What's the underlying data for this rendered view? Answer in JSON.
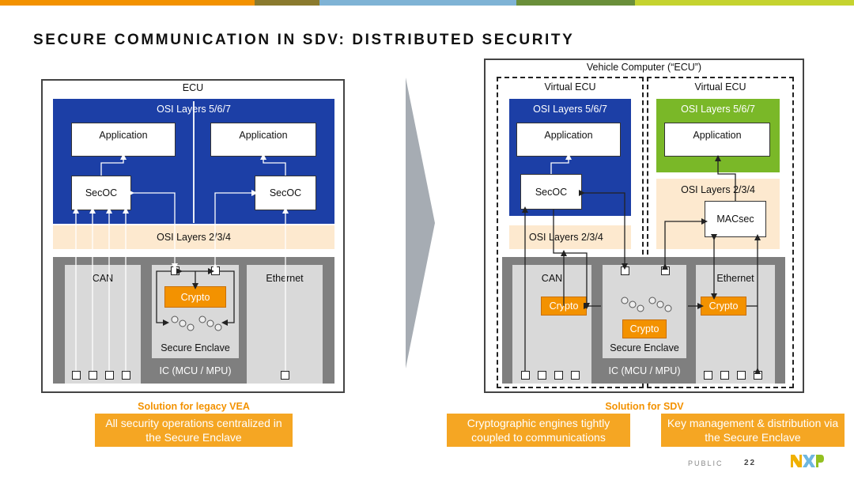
{
  "slide": {
    "title": "SECURE COMMUNICATION IN SDV: DISTRIBUTED SECURITY",
    "footer_label": "PUBLIC",
    "page_number": "22",
    "logo_text": "NXP",
    "colors": {
      "bar": [
        "#f39200",
        "#8a7a2e",
        "#7fb3d5",
        "#6a8f3a",
        "#c5d32f"
      ],
      "blue": "#1c3fa6",
      "green": "#7ab828",
      "peach": "#fde9cf",
      "gray": "#7f7f7f",
      "orange": "#f39200"
    }
  },
  "left": {
    "ecu_label": "ECU",
    "osi_top": "OSI Layers 5/6/7",
    "app1": "Application",
    "app2": "Application",
    "secoc1": "SecOC",
    "secoc2": "SecOC",
    "osi_mid": "OSI Layers 2/3/4",
    "can": "CAN",
    "ethernet": "Ethernet",
    "crypto": "Crypto",
    "secure_enclave": "Secure Enclave",
    "ic": "IC (MCU / MPU)",
    "caption": "Solution for legacy VEA",
    "callout": "All security operations centralized in the Secure Enclave"
  },
  "right": {
    "vehicle_computer": "Vehicle Computer (“ECU”)",
    "vecu1": "Virtual ECU",
    "vecu2": "Virtual ECU",
    "osi_top1": "OSI Layers 5/6/7",
    "osi_top2": "OSI Layers 5/6/7",
    "app1": "Application",
    "app2": "Application",
    "secoc": "SecOC",
    "osi_mid1": "OSI Layers 2/3/4",
    "osi_mid2": "OSI Layers 2/3/4",
    "macsec": "MACsec",
    "can": "CAN",
    "ethernet": "Ethernet",
    "crypto1": "Crypto",
    "crypto2": "Crypto",
    "crypto3": "Crypto",
    "secure_enclave": "Secure Enclave",
    "ic": "IC (MCU / MPU)",
    "caption": "Solution for SDV",
    "callout1": "Cryptographic engines tightly coupled to communications",
    "callout2": "Key management & distribution via the Secure Enclave"
  }
}
